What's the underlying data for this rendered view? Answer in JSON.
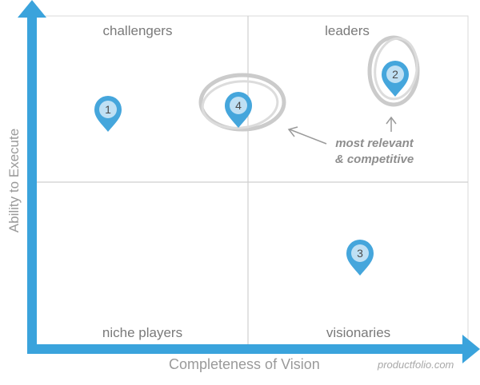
{
  "axes": {
    "x_label": "Completeness of Vision",
    "y_label": "Ability to Execute"
  },
  "quadrants": {
    "top_left": "challengers",
    "top_right": "leaders",
    "bottom_left": "niche players",
    "bottom_right": "visionaries"
  },
  "markers": [
    {
      "id": "1",
      "label": "1"
    },
    {
      "id": "4",
      "label": "4"
    },
    {
      "id": "2",
      "label": "2"
    },
    {
      "id": "3",
      "label": "3"
    }
  ],
  "annotation": {
    "line1": "most relevant",
    "line2": "& competitive"
  },
  "watermark": "productfolio.com",
  "colors": {
    "axis": "#3aa3dc",
    "marker_fill": "#45a6dc",
    "marker_inner": "#bfe0f4",
    "marker_text": "#4a4a4a",
    "grid": "#cfcfcf",
    "circle_highlight": "#c9c9c9",
    "annotation_arrow": "#9a9a9a"
  }
}
